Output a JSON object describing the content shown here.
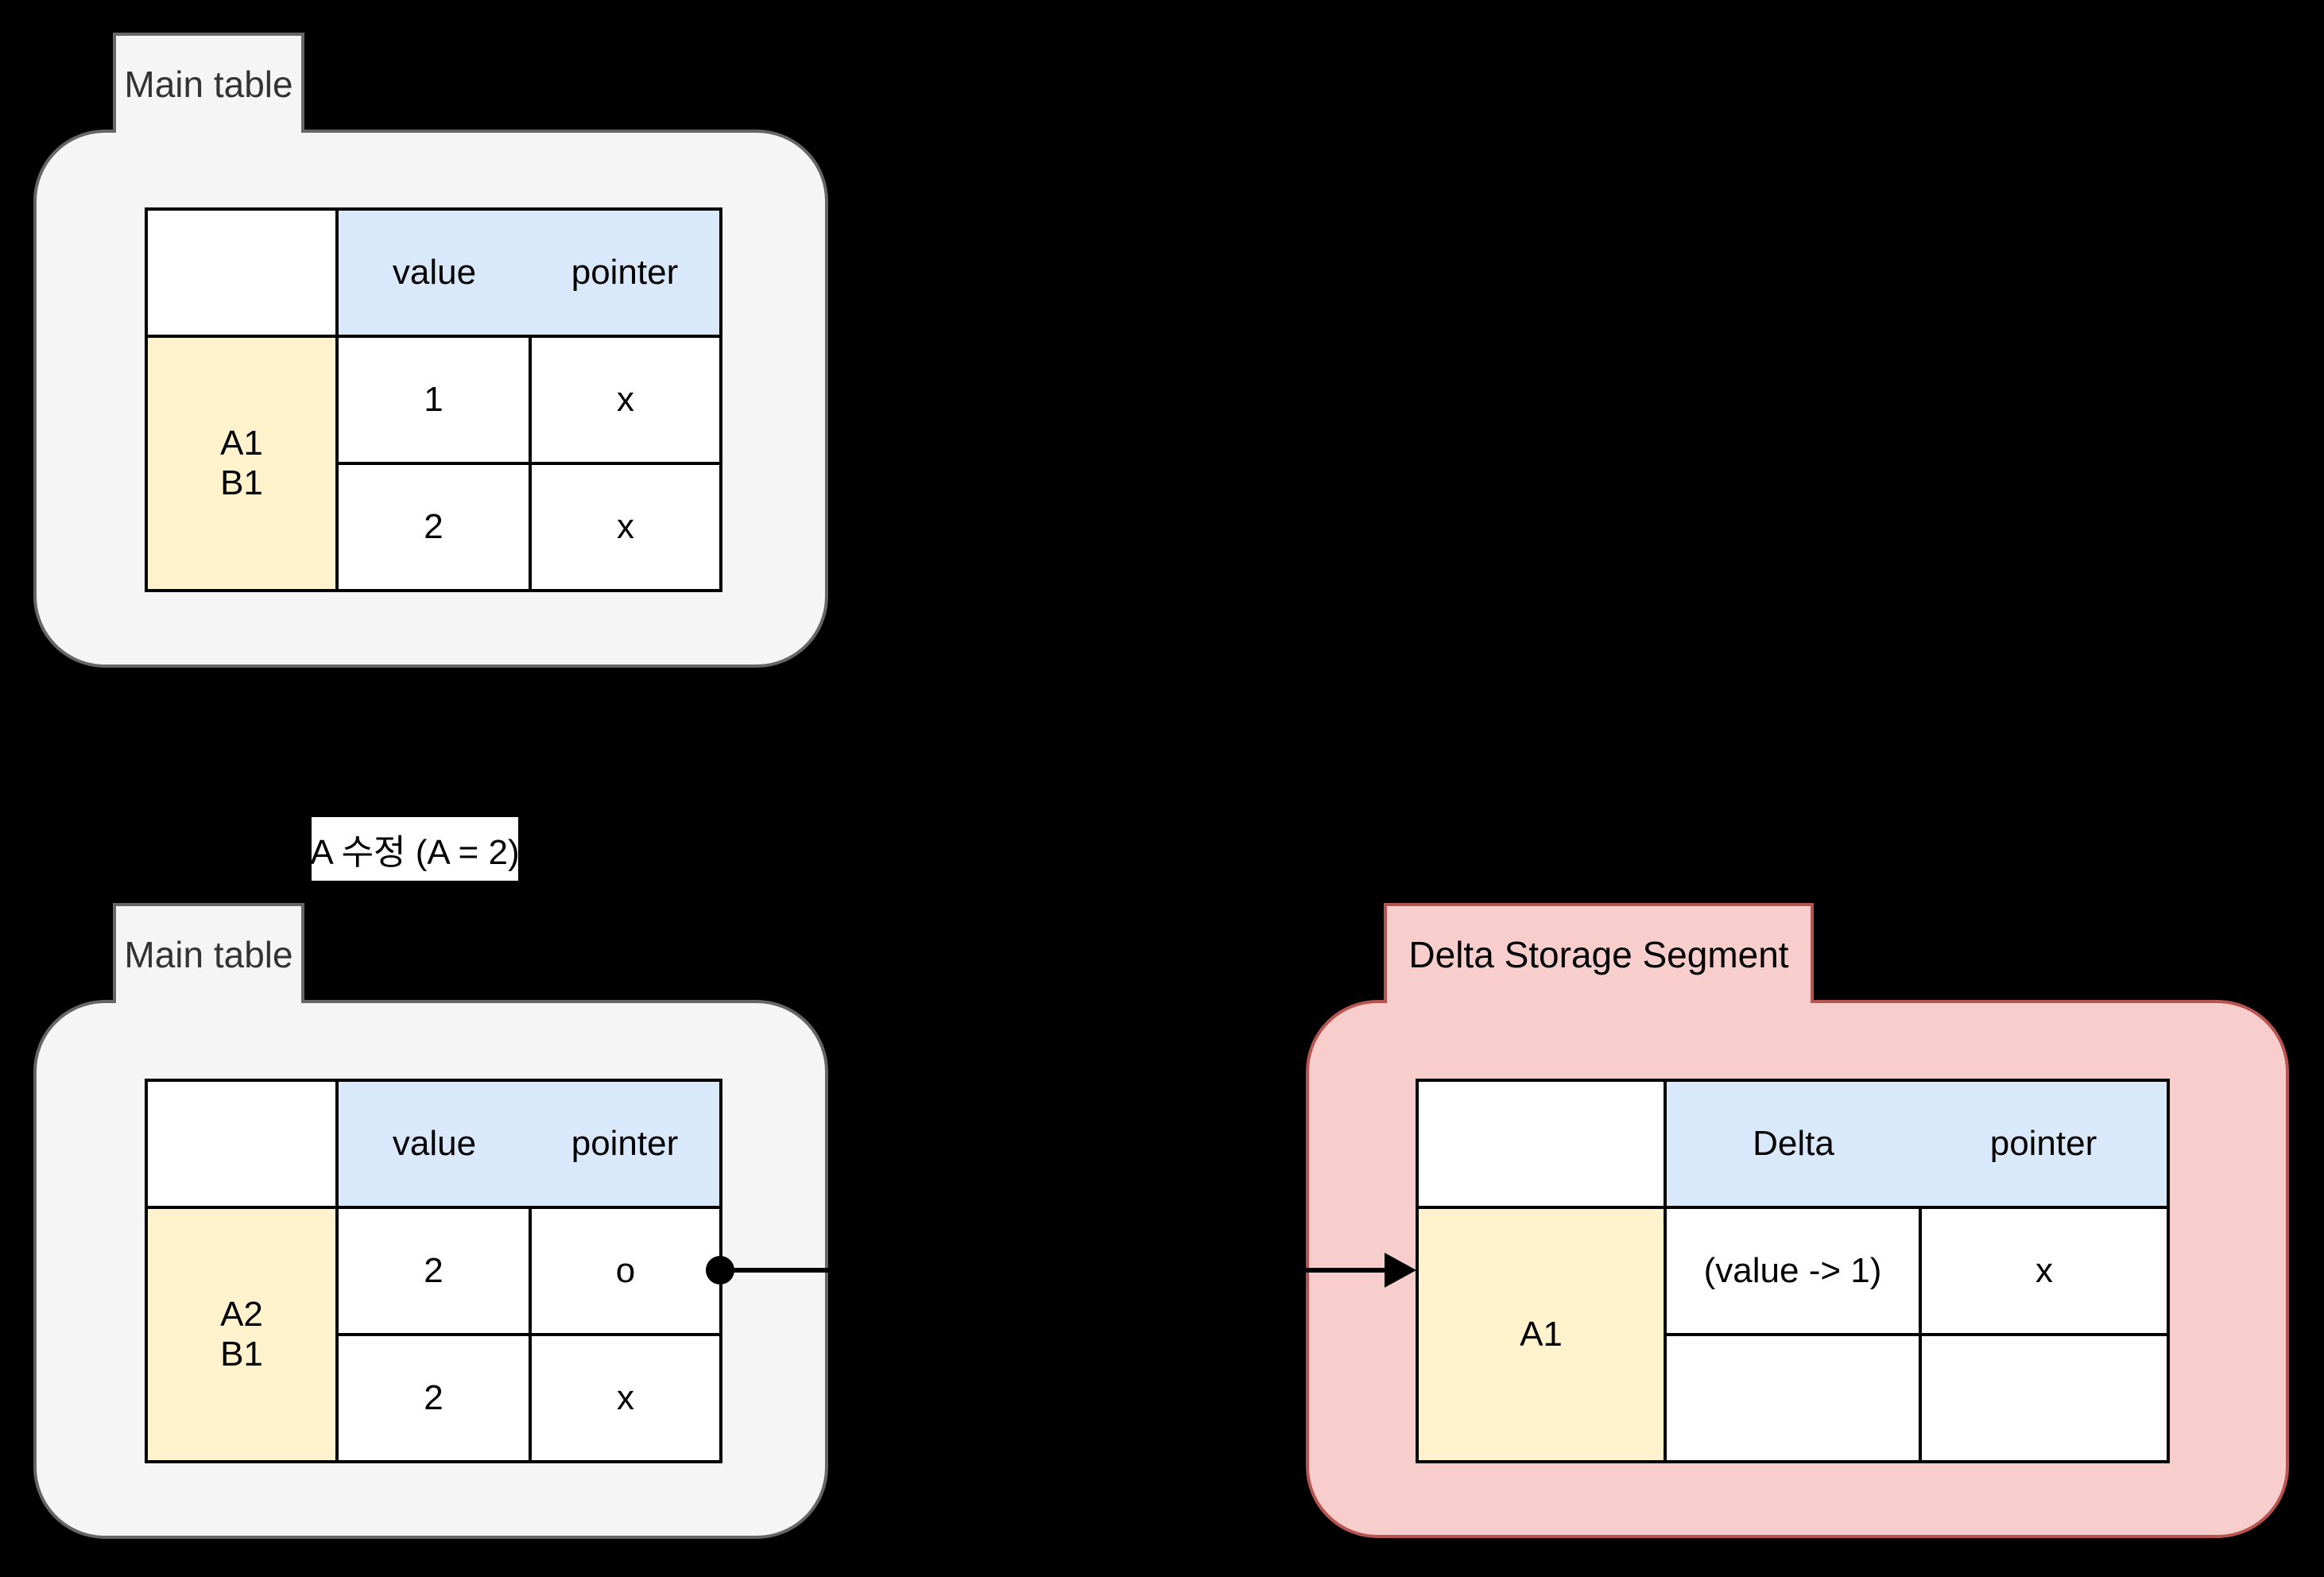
{
  "colors": {
    "gray_fill": "#f5f5f5",
    "gray_stroke": "#666666",
    "pink_fill": "#f8cecc",
    "pink_stroke": "#b85450",
    "header_blue": "#dae8fc",
    "label_yellow": "#fff2cc",
    "table_border": "#000000",
    "connector": "#000000",
    "tab_text": "#333333",
    "cell_text": "#000000",
    "label_bg": "#ffffff"
  },
  "main_before": {
    "tab_label": "Main table",
    "columns": [
      "value",
      "pointer"
    ],
    "rows": [
      {
        "label": "A1",
        "value": "1",
        "pointer": "x"
      },
      {
        "label": "B1",
        "value": "2",
        "pointer": "x"
      }
    ]
  },
  "action_label": "A 수정 (A = 2)",
  "main_after": {
    "tab_label": "Main table",
    "columns": [
      "value",
      "pointer"
    ],
    "rows": [
      {
        "label": "A2",
        "value": "2",
        "pointer": "o"
      },
      {
        "label": "B1",
        "value": "2",
        "pointer": "x"
      }
    ]
  },
  "delta": {
    "tab_label": "Delta Storage Segment",
    "columns": [
      "Delta",
      "pointer"
    ],
    "rows": [
      {
        "label": "A1",
        "delta": "(value -> 1)",
        "pointer": "x"
      },
      {
        "label": "",
        "delta": "",
        "pointer": ""
      }
    ]
  }
}
